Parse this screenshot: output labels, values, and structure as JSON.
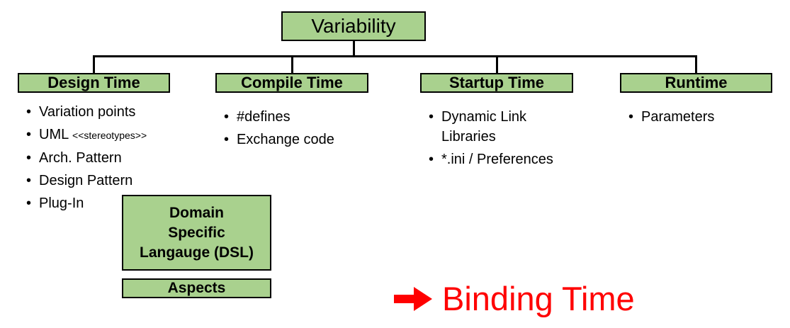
{
  "diagram": {
    "title": "Variability",
    "bullet_char": "•",
    "branches": [
      {
        "header": "Design Time",
        "items": [
          {
            "text": "Variation points"
          },
          {
            "text": "UML",
            "small": "<<stereotypes>>"
          },
          {
            "text": "Arch. Pattern"
          },
          {
            "text": "Design Pattern"
          },
          {
            "text": "Plug-In"
          }
        ]
      },
      {
        "header": "Compile Time",
        "items": [
          {
            "text": "#defines"
          },
          {
            "text": "Exchange code"
          }
        ]
      },
      {
        "header": "Startup Time",
        "items": [
          {
            "text": "Dynamic Link Libraries"
          },
          {
            "text": "*.ini / Preferences"
          }
        ]
      },
      {
        "header": "Runtime",
        "items": [
          {
            "text": "Parameters"
          }
        ]
      }
    ],
    "extra_boxes": {
      "dsl": "Domain\nSpecific\nLangauge (DSL)",
      "aspects": "Aspects"
    },
    "annotation": {
      "icon": "arrow-right-icon",
      "label": "Binding Time"
    },
    "colors": {
      "box_fill": "#a9d18e",
      "box_border": "#000000",
      "connector_line": "#000000",
      "accent_red": "#ff0000",
      "text": "#000000"
    }
  }
}
